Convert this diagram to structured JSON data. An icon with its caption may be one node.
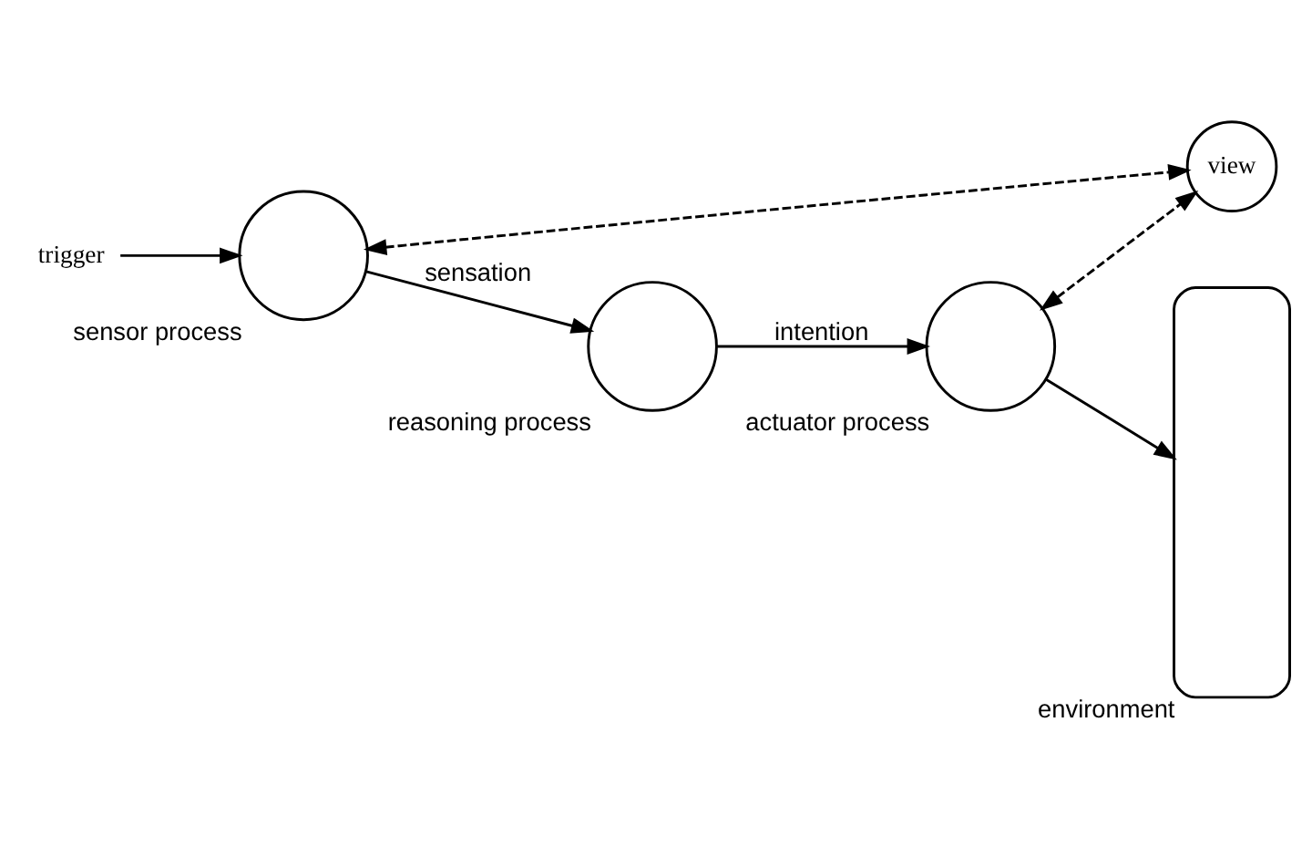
{
  "diagram": {
    "nodes": [
      {
        "text": [
          "trigger"
        ]
      },
      {
        "text": [],
        "shape": "circle",
        "beside": [
          "sensor process"
        ]
      },
      {
        "text": [
          "view"
        ]
      },
      {
        "text": [],
        "shape": "box",
        "beside": [
          "environment"
        ]
      },
      {
        "text": [],
        "shape": "circle",
        "beside": [
          "reasoning process"
        ]
      },
      {
        "text": [],
        "shape": "circle",
        "beside": [
          "actuator process"
        ]
      }
    ],
    "edges": [
      {
        "from": 0,
        "to": 1,
        "arrow": "to"
      },
      {
        "from": 1,
        "to": 2,
        "arrow": "both",
        "style": "dashed"
      },
      {
        "from": 1,
        "to": 4,
        "arrow": "to",
        "label": "sensation"
      },
      {
        "from": 4,
        "to": 5,
        "arrow": "to",
        "label": "intention"
      },
      {
        "from": 5,
        "to": 2,
        "arrow": "both",
        "style": "dashed"
      },
      {
        "from": 5,
        "to": 3,
        "arrow": "to"
      }
    ]
  }
}
